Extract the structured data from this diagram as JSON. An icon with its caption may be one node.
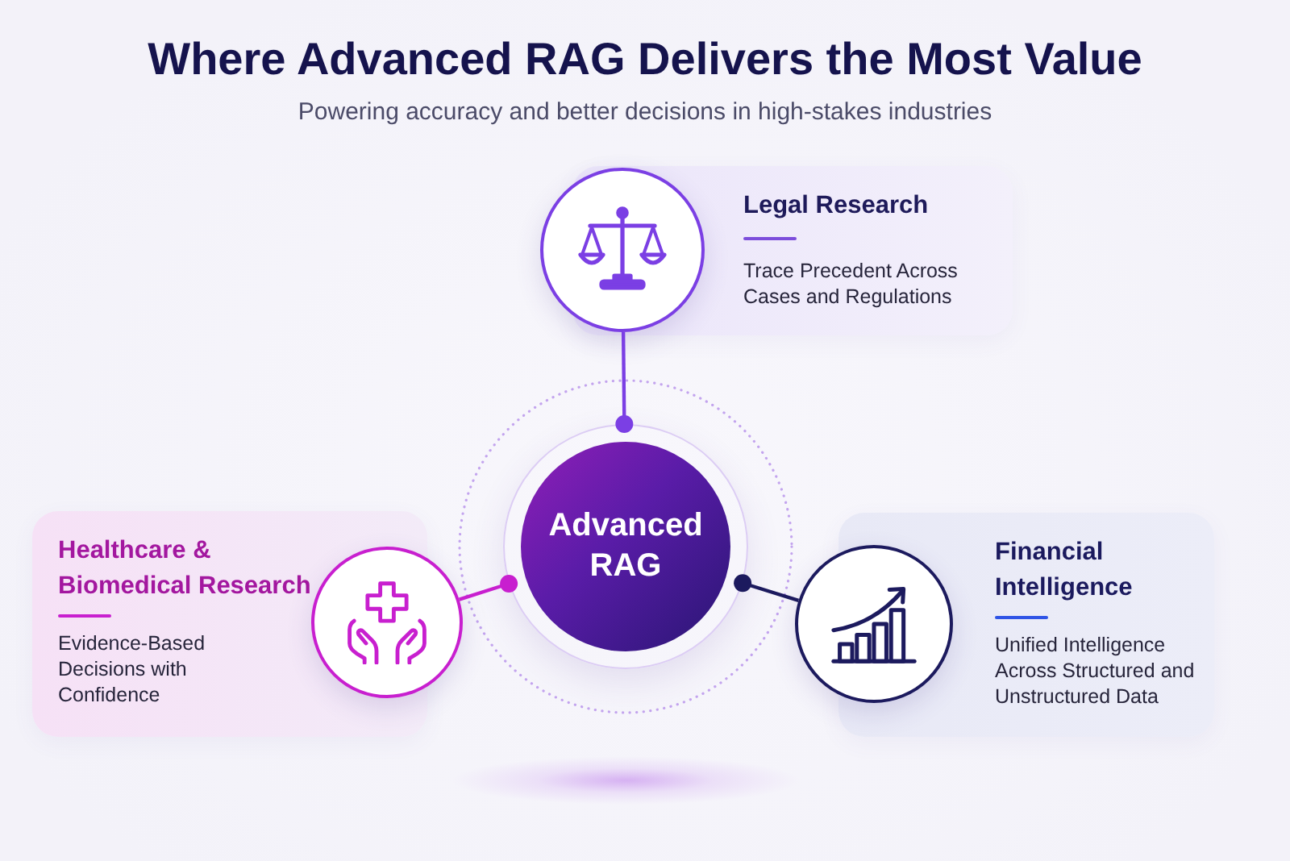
{
  "diagram": {
    "title": "Where Advanced RAG Delivers the Most Value",
    "nodes": [
      {
        "text": [
          "Legal Research",
          "Trace Precedent Across Cases and Regulations"
        ]
      },
      {
        "text": [],
        "shape": "circle"
      },
      {
        "text": [
          "Advanced RAG"
        ]
      },
      {
        "text": [
          "Healthcare & Biomedical Research",
          "Evidence-Based Decisions with Confidence"
        ]
      },
      {
        "text": [],
        "shape": "circle"
      },
      {
        "text": [
          "Financial Intelligence",
          "Unified Intelligence Across Structured and Unstructured Data"
        ]
      },
      {
        "text": [],
        "shape": "circle"
      }
    ],
    "edges": [
      {
        "from": 2,
        "to": 1,
        "arrow": "other",
        "color": "#7b3fe4"
      },
      {
        "from": 2,
        "to": 4,
        "arrow": "other",
        "color": "#c81fcf"
      },
      {
        "from": 2,
        "to": 6,
        "arrow": "other",
        "color": "#1c1a5e"
      }
    ],
    "labels": [
      "Powering accuracy and better decisions in high-stakes industries"
    ]
  }
}
